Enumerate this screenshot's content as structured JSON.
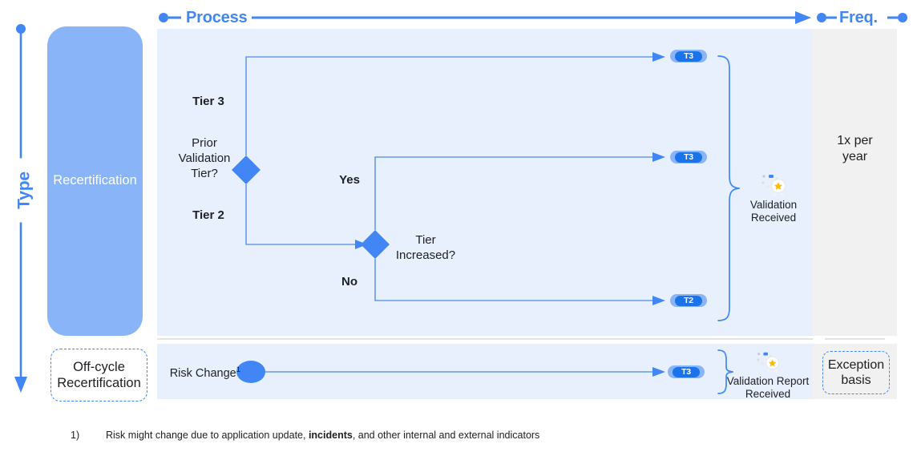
{
  "axes": {
    "vertical_label": "Type",
    "process_label": "Process",
    "freq_label": "Freq."
  },
  "type_column": {
    "recertification_label": "Recertification",
    "offcycle_label": "Off-cycle\nRecertification"
  },
  "process": {
    "top_flow": {
      "decision_1_label": "Prior\nValidation\nTier?",
      "branch_tier3_label": "Tier 3",
      "branch_tier2_label": "Tier 2",
      "decision_2_label": "Tier\nIncreased?",
      "branch_yes_label": "Yes",
      "branch_no_label": "No",
      "badges": [
        {
          "name": "tier3-top",
          "text": "T3"
        },
        {
          "name": "tier3-yes",
          "text": "T3"
        },
        {
          "name": "tier2-no",
          "text": "T2"
        }
      ],
      "outcome": {
        "icon": "award-star-icon",
        "caption": "Validation\nReceived"
      }
    },
    "bottom_flow": {
      "start_label": "Risk Change",
      "start_footnote_marker": "1",
      "badge": {
        "name": "tier3-offcycle",
        "text": "T3"
      },
      "outcome": {
        "icon": "award-star-icon",
        "caption": "Validation Report\nReceived"
      }
    }
  },
  "frequency": {
    "top_value": "1x per\nyear",
    "bottom_value": "Exception\nbasis"
  },
  "footnote": {
    "marker": "1)",
    "text_before": "Risk might change due to application update, ",
    "text_bold": "incidents",
    "text_after": ", and other internal and external indicators"
  },
  "colors": {
    "accent_blue": "#4285F4",
    "light_blue_fill": "#8AB4F8",
    "panel_blue": "#E8F0FE",
    "panel_gray": "#F1F1F1",
    "badge_inner": "#1A73E8",
    "line_blue": "#6699E8"
  }
}
